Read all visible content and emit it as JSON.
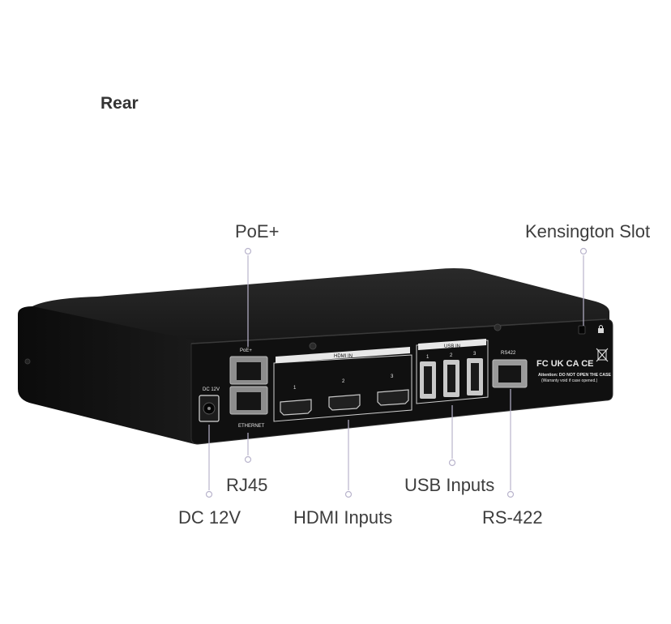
{
  "heading": "Rear",
  "callouts": {
    "poe": "PoE+",
    "kensington": "Kensington Slot",
    "rj45": "RJ45",
    "dc": "DC 12V",
    "hdmi": "HDMI Inputs",
    "usb": "USB Inputs",
    "rs422": "RS-422"
  },
  "panel_labels": {
    "dc": "DC 12V",
    "poe": "PoE+",
    "ethernet": "ETHERNET",
    "hdmi_in": "HDMI IN",
    "hdmi_ports": [
      "1",
      "2",
      "3"
    ],
    "usb_in": "USB IN",
    "usb_ports": [
      "1",
      "2",
      "3"
    ],
    "rs422": "RS422",
    "certs": "FC UK CA CE",
    "warning_1": "Attention: DO NOT OPEN THE CASE",
    "warning_2": "(Warranty void if case opened.)"
  },
  "colors": {
    "device_body": "#141414",
    "device_top": "#1f1f1f",
    "panel": "#0d0d0d",
    "label_white": "#e8e8e8",
    "leader_line": "#b9b4cc",
    "text": "#3d3d3d"
  }
}
